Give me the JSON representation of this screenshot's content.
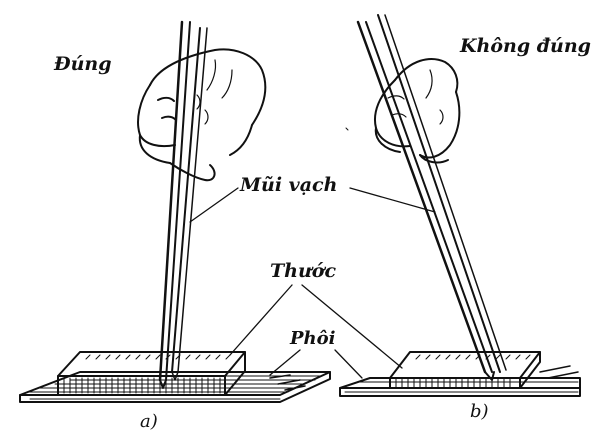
{
  "labels": {
    "correct": "Đúng",
    "incorrect": "Không đúng",
    "scriber_tip": "Mũi vạch",
    "ruler": "Thước",
    "workpiece": "Phôi",
    "panel_a": "a)",
    "panel_b": "b)"
  },
  "colors": {
    "ink": "#111111",
    "paper": "#ffffff"
  }
}
